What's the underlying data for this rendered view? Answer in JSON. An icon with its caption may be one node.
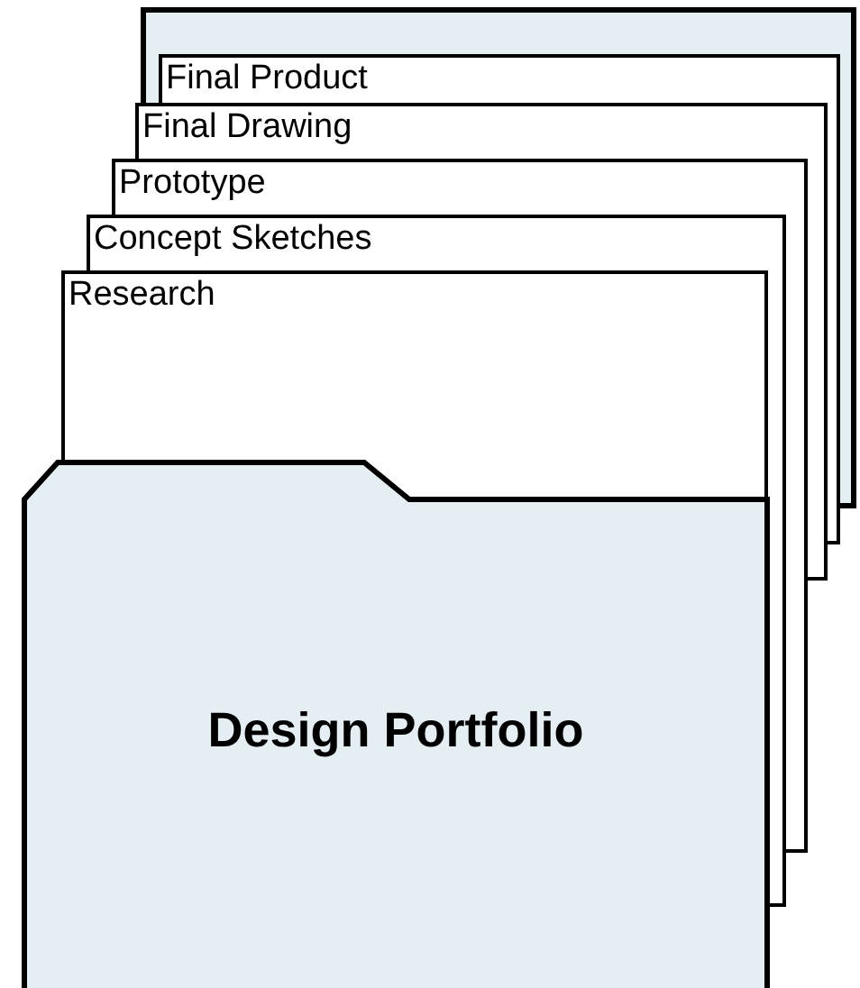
{
  "diagram": {
    "nodes": [
      {
        "text": [
          "Final Product"
        ]
      },
      {
        "text": [
          "Final Drawing"
        ]
      },
      {
        "text": [
          "Prototype"
        ]
      },
      {
        "text": [
          "Concept Sketches"
        ]
      },
      {
        "text": [
          "Research"
        ]
      },
      {
        "text": [
          "Design Portfolio"
        ]
      }
    ]
  }
}
